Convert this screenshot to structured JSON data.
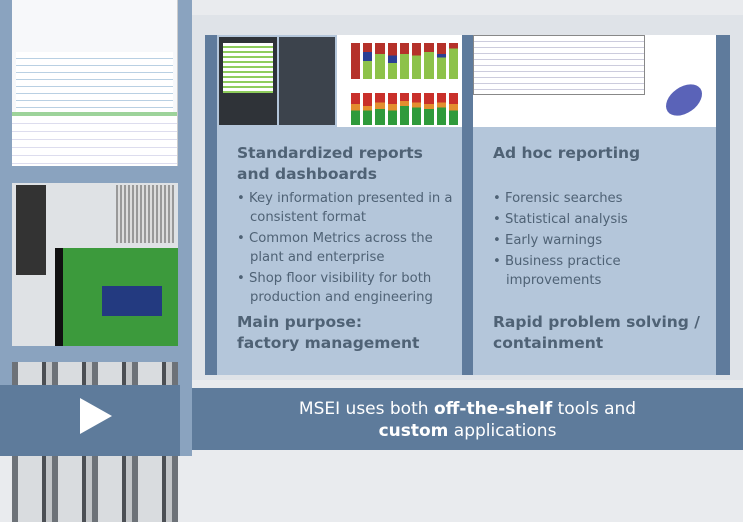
{
  "left_card": {
    "heading": [
      "Standardized reports",
      "and dashboards"
    ],
    "bullets": [
      "Key information presented in a consistent format",
      "Common Metrics across the plant and enterprise",
      "Shop floor visibility for both production and engineering"
    ],
    "purpose": [
      "Main purpose:",
      "factory management"
    ]
  },
  "right_card": {
    "heading": "Ad hoc reporting",
    "bullets": [
      "Forensic searches",
      "Statistical analysis",
      "Early warnings",
      "Business practice improvements"
    ],
    "purpose": [
      "Rapid problem solving /",
      "containment"
    ]
  },
  "banner": {
    "pre": "MSEI uses both ",
    "bold1": "off-the-shelf",
    "mid": " tools and",
    "bold2": "custom",
    "post": " applications"
  },
  "colors": {
    "frame": "#5e7b9b",
    "card": "#b4c6da",
    "text": "#4f6275"
  }
}
